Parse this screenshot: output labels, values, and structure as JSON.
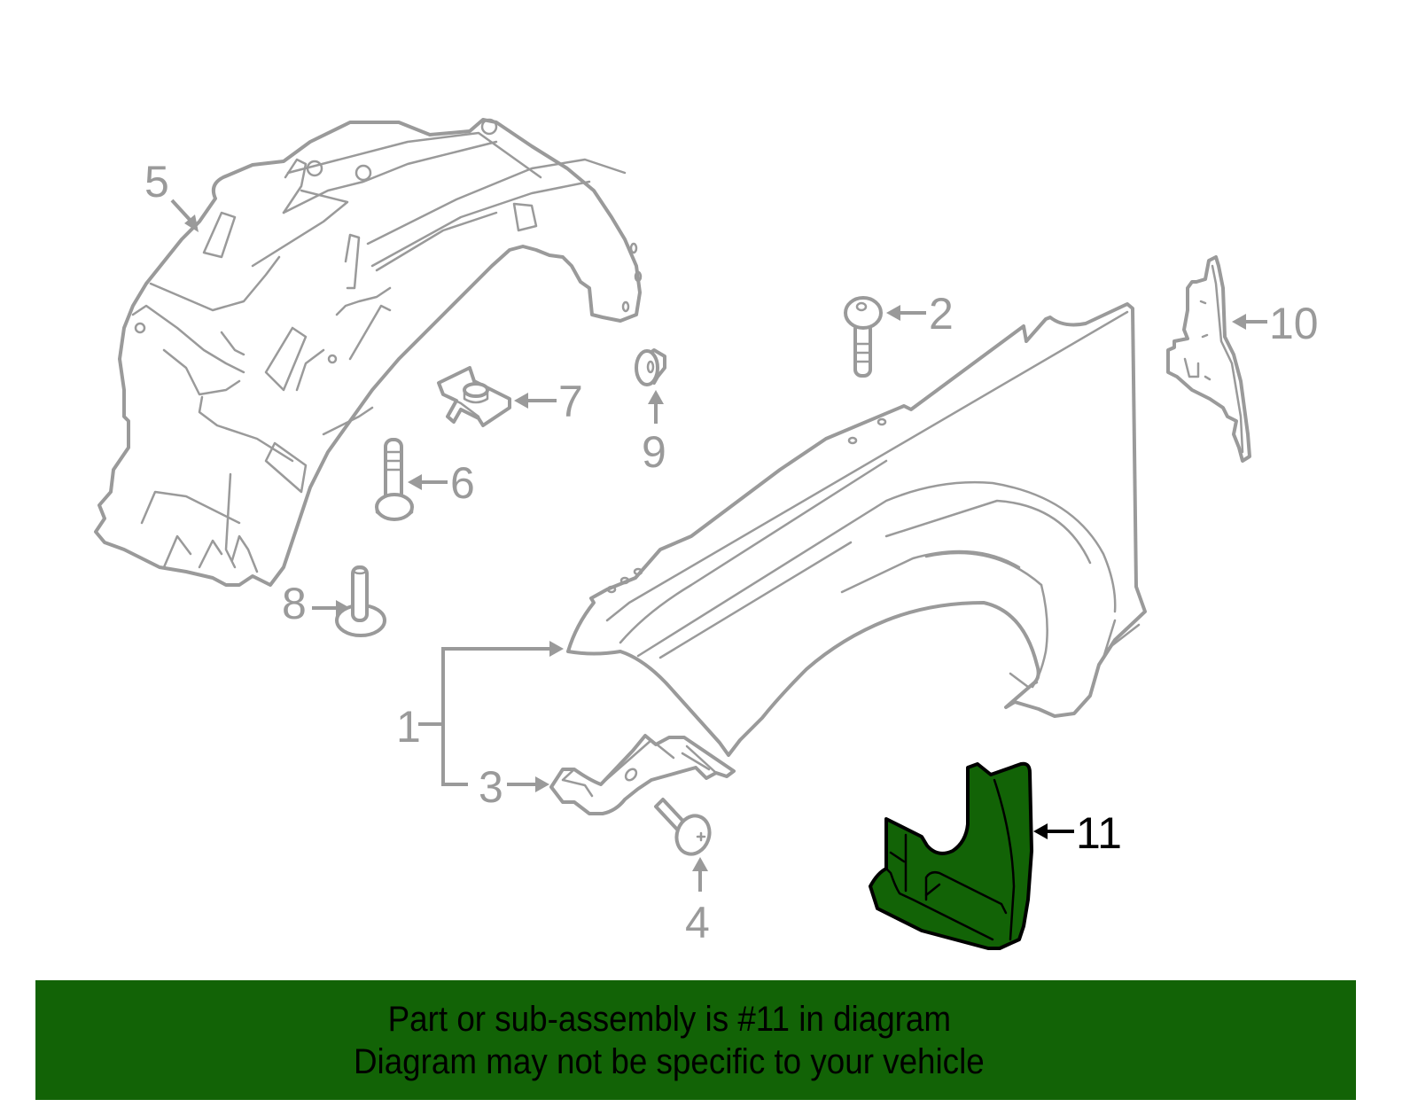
{
  "diagram": {
    "title": "Front fender exploded parts diagram",
    "highlighted_part": "11",
    "colors": {
      "line": "#9a9a9a",
      "highlight_fill": "#126306",
      "highlight_outline": "#000000",
      "banner_bg": "#126306",
      "banner_text": "#000000",
      "background": "#ffffff"
    },
    "callouts": [
      {
        "id": "1",
        "label": "1",
        "part": "fender assembly (bracket callout to fender and part 3)"
      },
      {
        "id": "2",
        "label": "2",
        "part": "bolt"
      },
      {
        "id": "3",
        "label": "3",
        "part": "fender bracket"
      },
      {
        "id": "4",
        "label": "4",
        "part": "screw"
      },
      {
        "id": "5",
        "label": "5",
        "part": "fender liner"
      },
      {
        "id": "6",
        "label": "6",
        "part": "bolt"
      },
      {
        "id": "7",
        "label": "7",
        "part": "clip nut"
      },
      {
        "id": "8",
        "label": "8",
        "part": "stud / pin"
      },
      {
        "id": "9",
        "label": "9",
        "part": "grommet / clip"
      },
      {
        "id": "10",
        "label": "10",
        "part": "fender insulator / seal"
      },
      {
        "id": "11",
        "label": "11",
        "part": "mud flap (highlighted)"
      }
    ]
  },
  "banner": {
    "line1": "Part or sub-assembly is #11 in diagram",
    "line2": "Diagram may not be specific to your vehicle"
  }
}
